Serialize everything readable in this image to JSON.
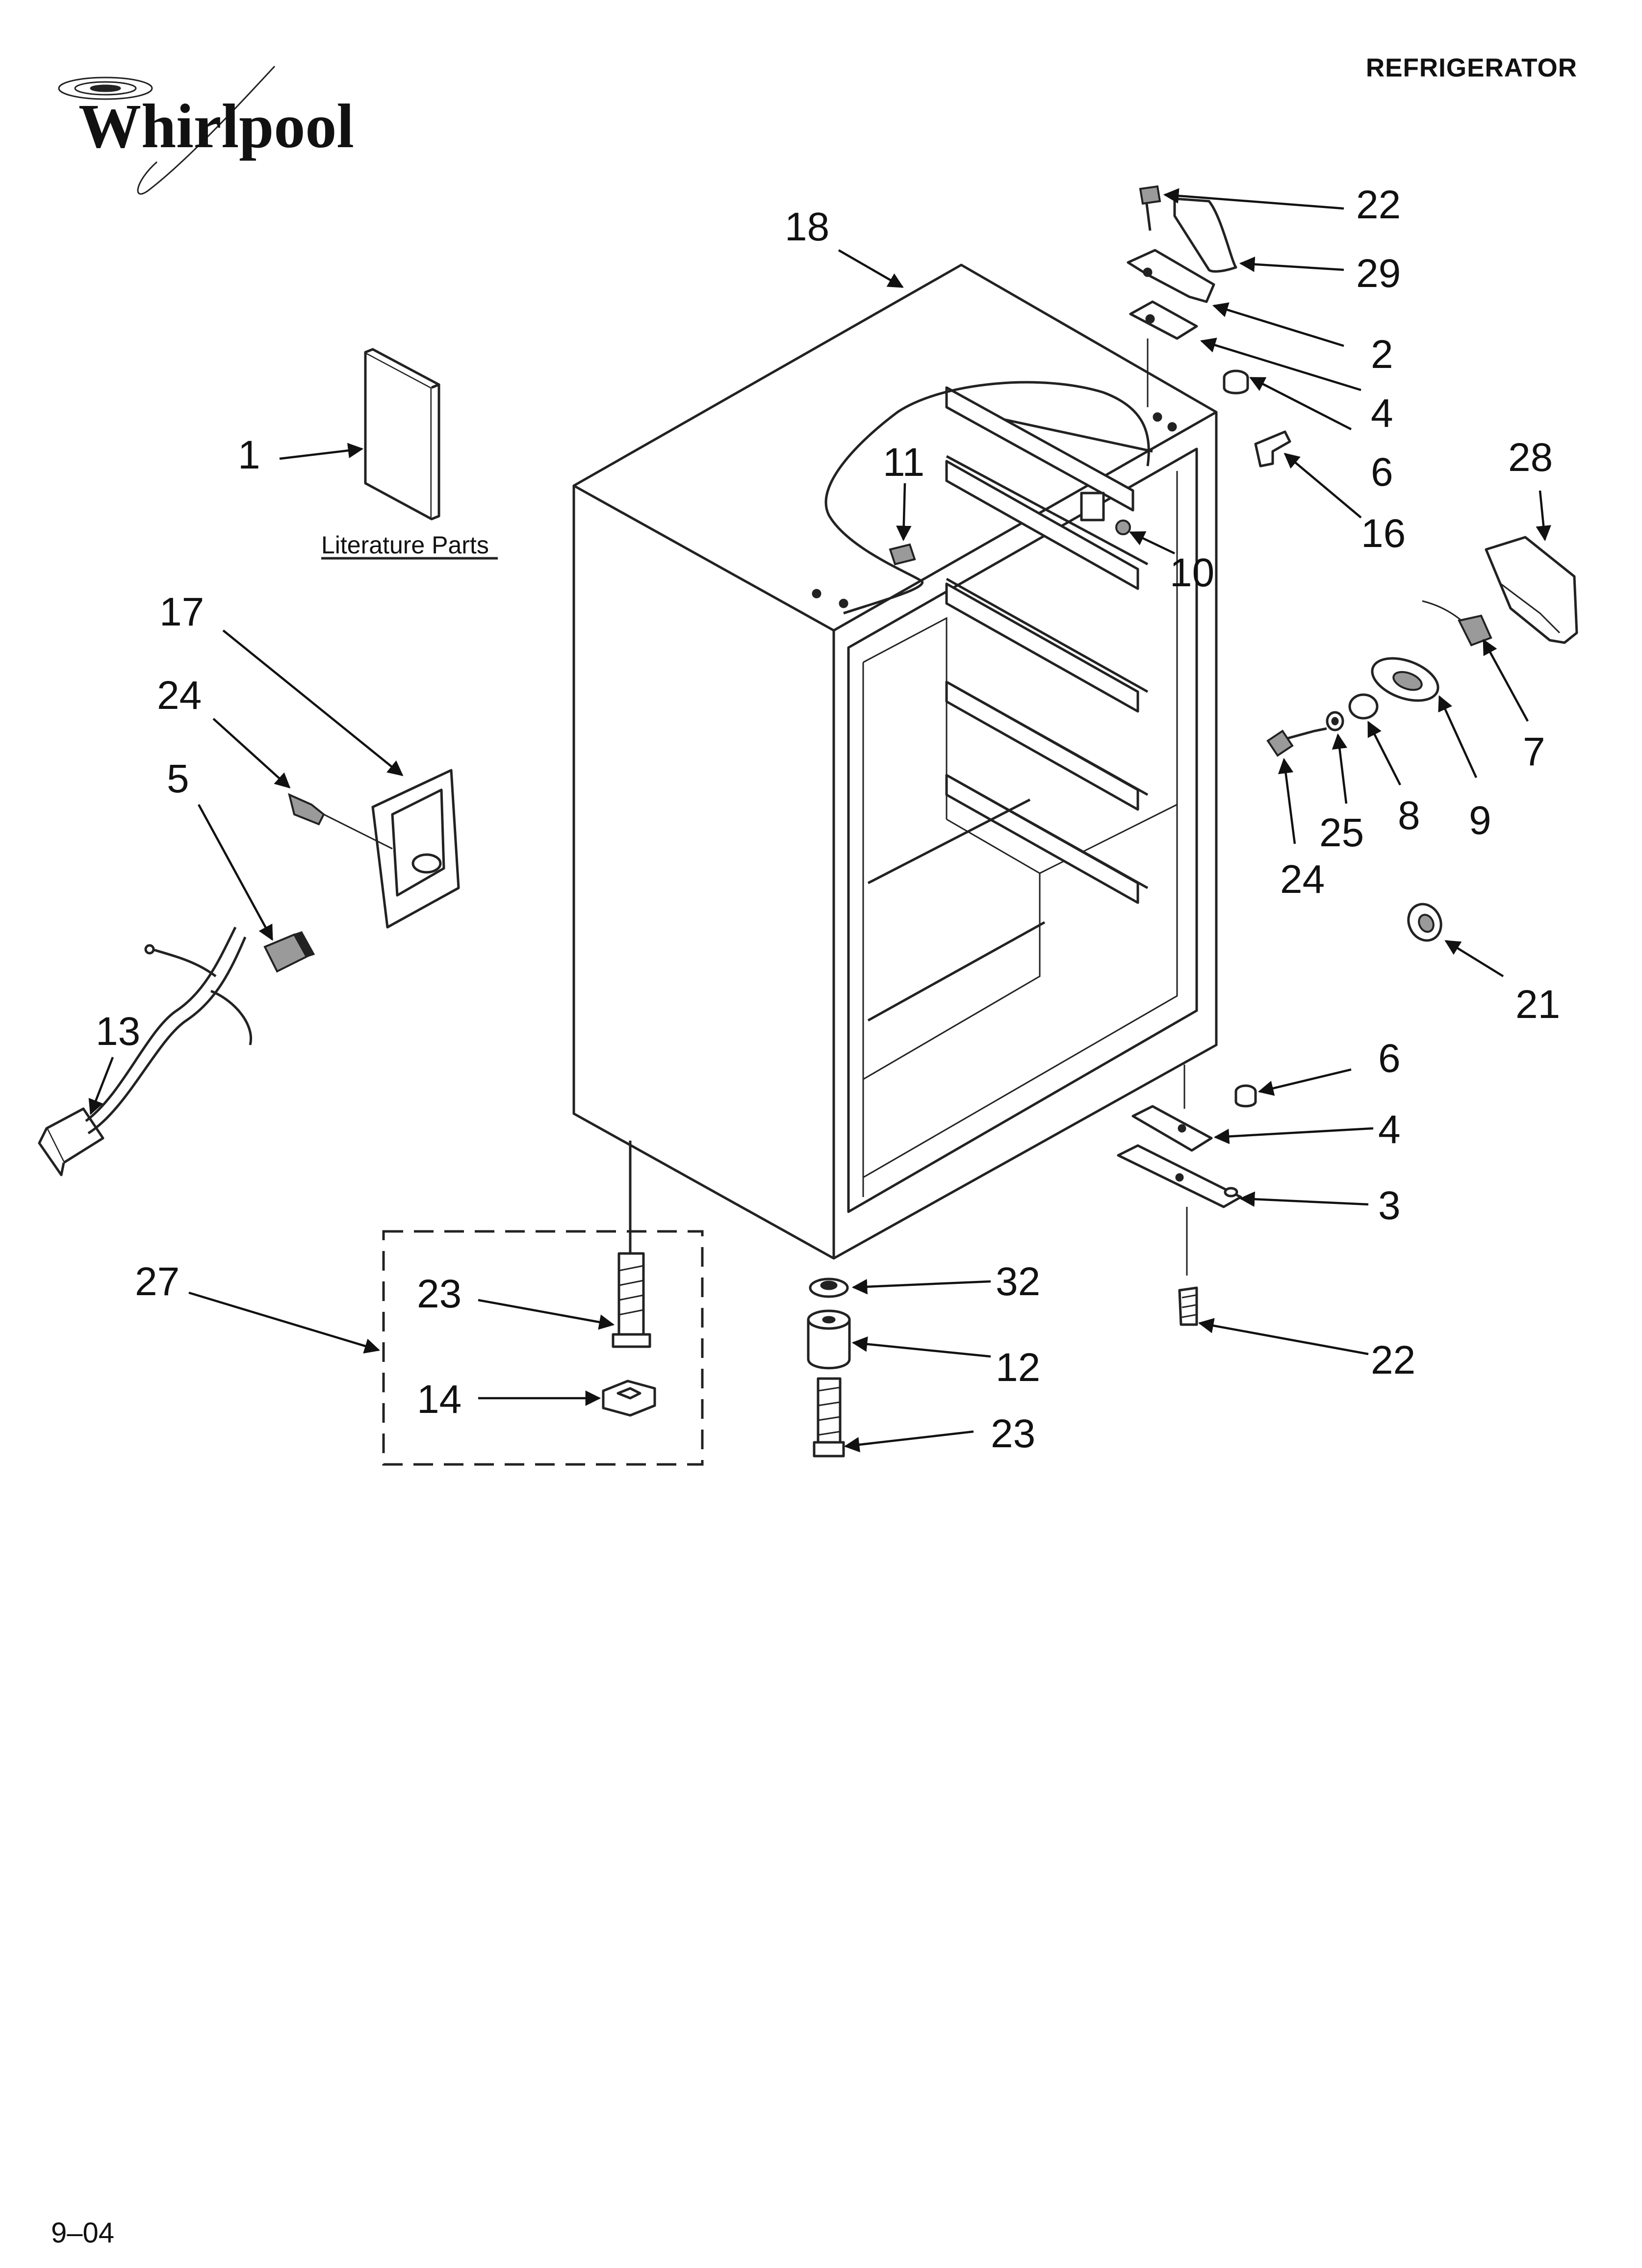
{
  "header": {
    "brand": "Whirlpool",
    "title": "REFRIGERATOR"
  },
  "footer": {
    "date_code": "9–04"
  },
  "literature": {
    "label": "Literature Parts"
  },
  "callouts": [
    "1",
    "17",
    "24",
    "5",
    "13",
    "27",
    "23",
    "14",
    "18",
    "11",
    "10",
    "22",
    "29",
    "2",
    "4",
    "6",
    "16",
    "28",
    "7",
    "9",
    "8",
    "25",
    "24",
    "21",
    "6",
    "4",
    "3",
    "22",
    "32",
    "12",
    "23"
  ]
}
